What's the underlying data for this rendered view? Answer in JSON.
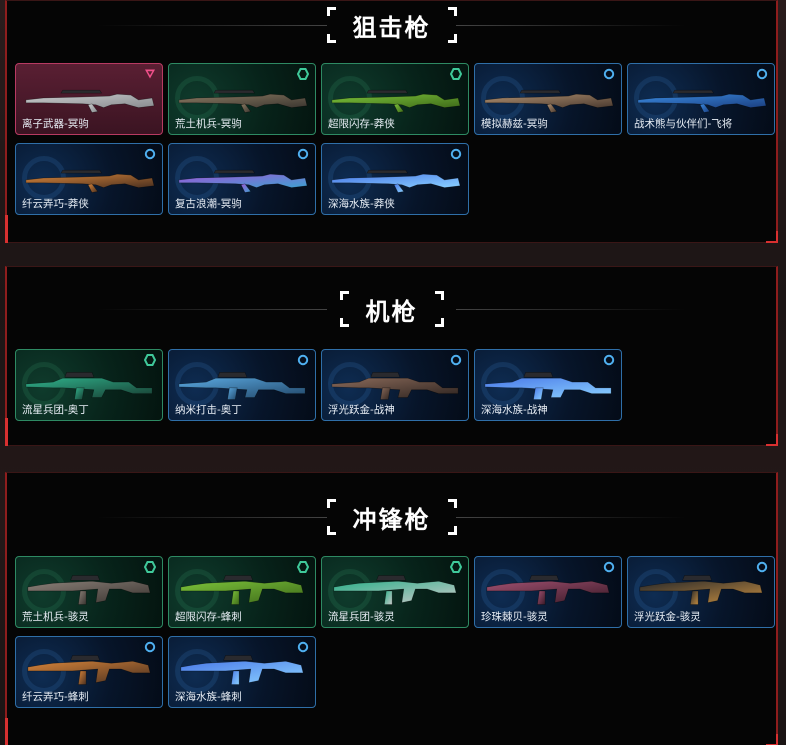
{
  "sections": [
    {
      "title": "狙击枪",
      "type": "sniper",
      "items": [
        {
          "name": "离子武器-冥驹",
          "tier": "pink",
          "colors": [
            "#c9cacc",
            "#8a8c90"
          ]
        },
        {
          "name": "荒土机兵-冥驹",
          "tier": "green",
          "colors": [
            "#8a7a62",
            "#3b3630"
          ]
        },
        {
          "name": "超限闪存-莽侠",
          "tier": "green",
          "colors": [
            "#7bc23a",
            "#3f6b1a"
          ]
        },
        {
          "name": "模拟赫兹-冥驹",
          "tier": "blue",
          "colors": [
            "#b09070",
            "#4a3a30"
          ]
        },
        {
          "name": "战术熊与伙伴们-飞将",
          "tier": "blue",
          "colors": [
            "#3a8ae0",
            "#1b3f80"
          ]
        },
        {
          "name": "纤云弄巧-莽侠",
          "tier": "blue",
          "colors": [
            "#d6843a",
            "#4a3020"
          ]
        },
        {
          "name": "复古浪潮-冥驹",
          "tier": "blue",
          "colors": [
            "#9a5ad8",
            "#3fa0d0"
          ]
        },
        {
          "name": "深海水族-莽侠",
          "tier": "blue",
          "colors": [
            "#4a7ae8",
            "#8ad0ff"
          ]
        }
      ]
    },
    {
      "title": "机枪",
      "type": "mg",
      "items": [
        {
          "name": "流星兵团-奥丁",
          "tier": "green",
          "colors": [
            "#2fb08a",
            "#183f33"
          ]
        },
        {
          "name": "纳米打击-奥丁",
          "tier": "blue",
          "colors": [
            "#5aa8e0",
            "#22486a"
          ]
        },
        {
          "name": "浮光跃金-战神",
          "tier": "blue",
          "colors": [
            "#8a6a5a",
            "#2e2420"
          ]
        },
        {
          "name": "深海水族-战神",
          "tier": "blue",
          "colors": [
            "#4a7ae8",
            "#8ad0ff"
          ]
        }
      ]
    },
    {
      "title": "冲锋枪",
      "type": "smg",
      "items": [
        {
          "name": "荒土机兵-骇灵",
          "tier": "green",
          "colors": [
            "#8a8078",
            "#3a3430"
          ]
        },
        {
          "name": "超限闪存-蜂刺",
          "tier": "green",
          "colors": [
            "#7bc23a",
            "#3f6b1a"
          ]
        },
        {
          "name": "流星兵团-骇灵",
          "tier": "green",
          "colors": [
            "#2fb08a",
            "#c8c8c8"
          ]
        },
        {
          "name": "珍珠棘贝-骇灵",
          "tier": "blue",
          "colors": [
            "#a05070",
            "#3a1a28"
          ]
        },
        {
          "name": "浮光跃金-骇灵",
          "tier": "blue",
          "colors": [
            "#2a2a2a",
            "#c08a40"
          ]
        },
        {
          "name": "纤云弄巧-蜂刺",
          "tier": "blue",
          "colors": [
            "#d6843a",
            "#4a3020"
          ]
        },
        {
          "name": "深海水族-蜂刺",
          "tier": "blue",
          "colors": [
            "#4a7ae8",
            "#8ad0ff"
          ]
        }
      ]
    }
  ]
}
